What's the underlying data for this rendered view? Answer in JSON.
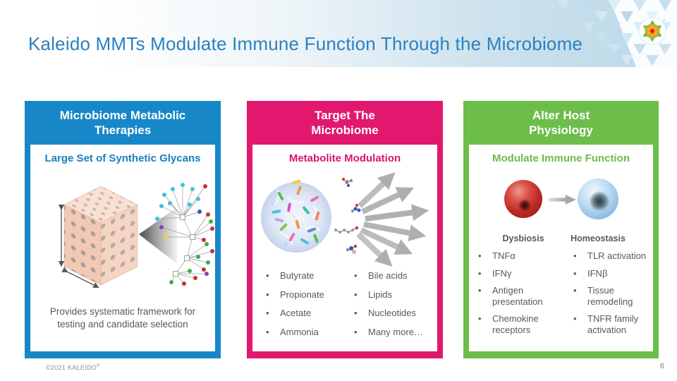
{
  "slide": {
    "title": "Kaleido MMTs Modulate Immune Function Through the Microbiome",
    "page_number": "6",
    "copyright": "©2021 KALEIDO",
    "reg_mark": "®"
  },
  "logo": {
    "name": "kaleido-kaleidoscope-logo",
    "tm": "™"
  },
  "ui": {
    "bullet": "•"
  },
  "colors": {
    "panel_blue": "#1787c8",
    "panel_pink": "#e2186f",
    "panel_green": "#6cbd4a",
    "title_blue": "#2b81c1",
    "text_gray": "#595959"
  },
  "panels": {
    "blue": {
      "title": "Microbiome Metabolic\nTherapies",
      "subtitle": "Large Set of Synthetic Glycans",
      "caption": "Provides systematic framework for testing and candidate selection",
      "illustration": "glycan-cube-to-network"
    },
    "pink": {
      "title": "Target The\nMicrobiome",
      "subtitle": "Metabolite Modulation",
      "illustration": "microbiome-circle-with-metabolite-arrows",
      "bullets_left": [
        "Butyrate",
        "Propionate",
        "Acetate",
        "Ammonia"
      ],
      "bullets_right": [
        "Bile acids",
        "Lipids",
        "Nucleotides",
        "Many more…"
      ]
    },
    "green": {
      "title": "Alter Host\nPhysiology",
      "subtitle": "Modulate Immune Function",
      "state_left": "Dysbiosis",
      "state_right": "Homeostasis",
      "bullets_left": [
        "TNFα",
        "IFNγ",
        "Antigen presentation",
        "Chemokine receptors"
      ],
      "bullets_right": [
        "TLR activation",
        "IFNβ",
        "Tissue remodeling",
        "TNFR family activation"
      ]
    }
  }
}
